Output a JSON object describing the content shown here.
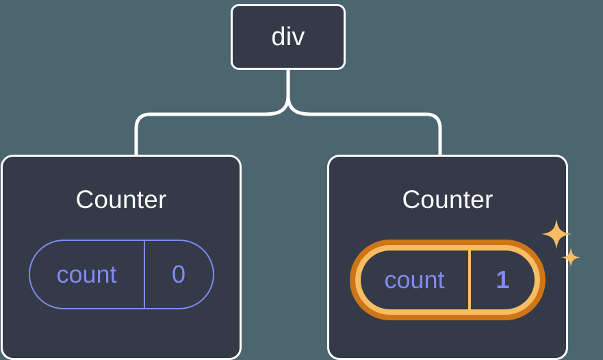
{
  "diagram": {
    "type": "component-tree",
    "background_color": "#4c6670",
    "node_fill_color": "#343a48",
    "node_border_color": "#ffffff",
    "accent_color": "#8289f0",
    "highlight_outer_color": "#ce7518",
    "highlight_inner_color": "#f8bc62",
    "edge_color": "#ffffff"
  },
  "root": {
    "label": "div"
  },
  "children": [
    {
      "title": "Counter",
      "state": {
        "key": "count",
        "value": "0"
      },
      "highlighted": false
    },
    {
      "title": "Counter",
      "state": {
        "key": "count",
        "value": "1"
      },
      "highlighted": true,
      "sparkle_icons": [
        "sparkle-large",
        "sparkle-small"
      ]
    }
  ],
  "edges": [
    {
      "from": "div",
      "to": "Counter (left)"
    },
    {
      "from": "div",
      "to": "Counter (right)"
    }
  ]
}
